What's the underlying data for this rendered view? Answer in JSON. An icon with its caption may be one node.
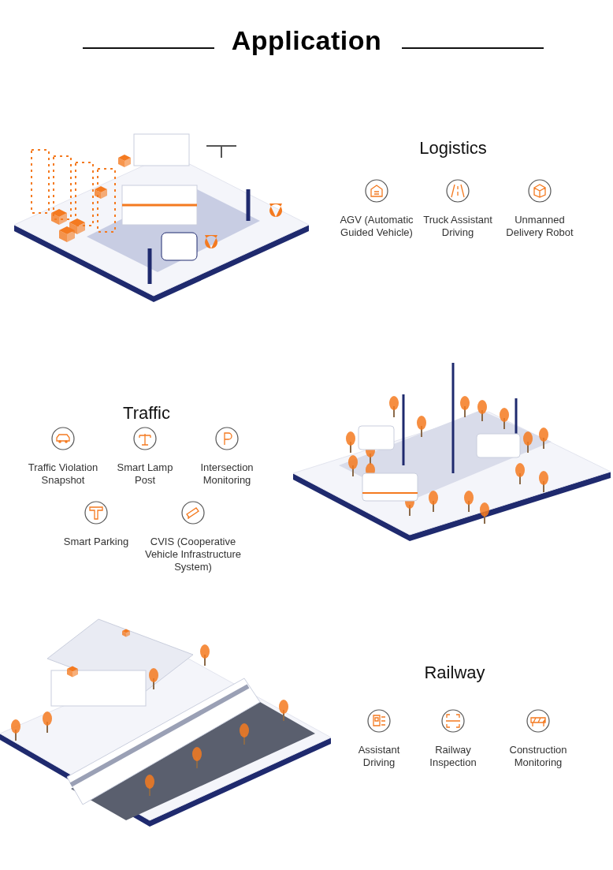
{
  "diagram": {
    "title": "Application",
    "labels": [
      "Logistics",
      "AGV (Automatic Guided Vehicle)",
      "Truck Assistant Driving",
      "Unmanned Delivery Robot",
      "Traffic",
      "Traffic Violation Snapshot",
      "Smart Lamp Post",
      "Intersection Monitoring",
      "Smart Parking",
      "CVIS (Cooperative Vehicle Infrastructure System)",
      "Railway",
      "Assistant Driving",
      "Railway Inspection",
      "Construction Monitoring"
    ]
  }
}
